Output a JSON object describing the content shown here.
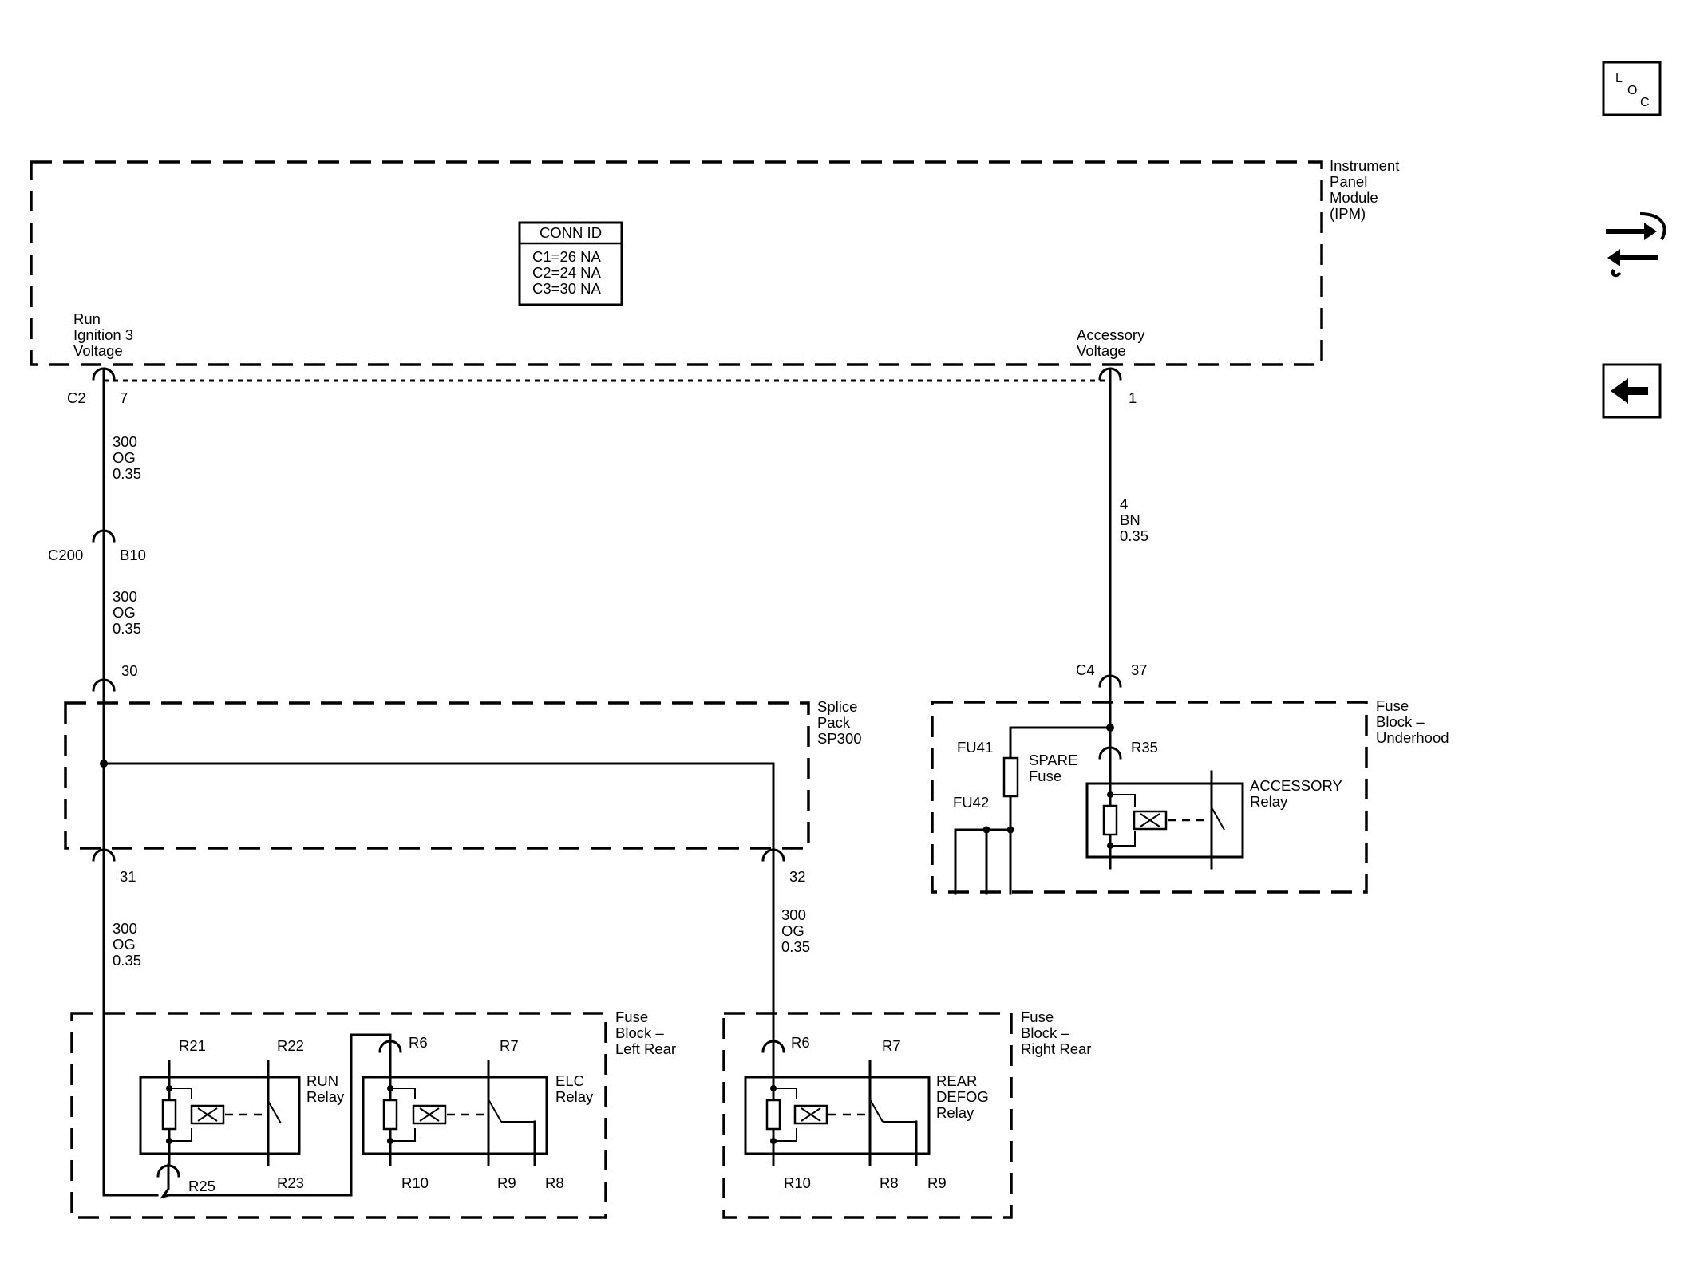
{
  "module": {
    "line1": "Instrument",
    "line2": "Panel",
    "line3": "Module",
    "line4": "(IPM)"
  },
  "conn_id": {
    "title": "CONN ID",
    "c1": "C1=26 NA",
    "c2": "C2=24 NA",
    "c3": "C3=30 NA"
  },
  "nav": {
    "loc_l": "L",
    "loc_o": "O",
    "loc_c": "C",
    "icons": [
      "loc-icon",
      "wiring-swap-icon",
      "back-arrow-icon"
    ]
  },
  "ipm_pins": {
    "run": {
      "l1": "Run",
      "l2": "Ignition 3",
      "l3": "Voltage",
      "conn": "C2",
      "pin": "7"
    },
    "acc": {
      "l1": "Accessory",
      "l2": "Voltage",
      "pin": "1"
    }
  },
  "wires": {
    "w1": {
      "circuit": "300",
      "color": "OG",
      "size": "0.35"
    },
    "w2": {
      "circuit": "300",
      "color": "OG",
      "size": "0.35"
    },
    "w3": {
      "circuit": "300",
      "color": "OG",
      "size": "0.35"
    },
    "w4": {
      "circuit": "300",
      "color": "OG",
      "size": "0.35"
    },
    "w5": {
      "circuit": "4",
      "color": "BN",
      "size": "0.35"
    }
  },
  "c200": {
    "conn": "C200",
    "pin": "B10"
  },
  "splice": {
    "l1": "Splice",
    "l2": "Pack",
    "l3": "SP300",
    "pin_in": "30",
    "pin_out1": "31",
    "pin_out2": "32"
  },
  "fuse_underhood": {
    "l1": "Fuse",
    "l2": "Block –",
    "l3": "Underhood",
    "conn": "C4",
    "pin": "37",
    "fu41": "FU41",
    "fu42": "FU42",
    "spare1": "SPARE",
    "spare2": "Fuse",
    "r35": "R35",
    "relay1": "ACCESSORY",
    "relay2": "Relay"
  },
  "fuse_left_rear": {
    "l1": "Fuse",
    "l2": "Block –",
    "l3": "Left Rear",
    "run_relay": {
      "l1": "RUN",
      "l2": "Relay",
      "r21": "R21",
      "r22": "R22",
      "r23": "R23",
      "r25": "R25"
    },
    "elc_relay": {
      "l1": "ELC",
      "l2": "Relay",
      "r6": "R6",
      "r7": "R7",
      "r10": "R10",
      "r9": "R9",
      "r8": "R8"
    }
  },
  "fuse_right_rear": {
    "l1": "Fuse",
    "l2": "Block –",
    "l3": "Right Rear",
    "relay": {
      "l1": "REAR",
      "l2": "DEFOG",
      "l3": "Relay",
      "r6": "R6",
      "r7": "R7",
      "r10": "R10",
      "r8": "R8",
      "r9": "R9"
    }
  }
}
